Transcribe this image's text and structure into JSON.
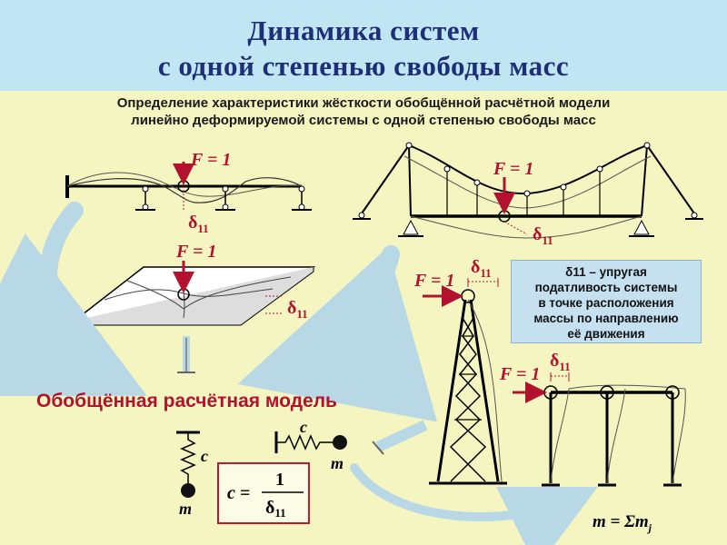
{
  "title": {
    "line1": "Динамика систем",
    "line2": "с одной степенью свободы масс"
  },
  "subtitle": {
    "line1": "Определение характеристики жёсткости обобщённой расчётной модели",
    "line2": "линейно деформируемой системы с одной степенью свободы масс"
  },
  "labels": {
    "force": "F = 1",
    "delta": "δ",
    "delta_sub": "11",
    "stiffness": "c",
    "mass": "m",
    "mass_sum": "m = Σm",
    "mass_sum_sub": "j"
  },
  "note": {
    "line1": "δ11 – упругая",
    "line2": "податливость системы",
    "line3": "в точке расположения",
    "line4": "массы по направлению",
    "line5": "её движения"
  },
  "model_title": "Обобщённая расчётная модель",
  "formula": {
    "lhs": "c =",
    "numerator": "1",
    "denominator": "δ",
    "denominator_sub": "11"
  },
  "colors": {
    "title": "#1e2f78",
    "accent": "#b3122f",
    "arrow": "#9ec6d8",
    "background": "#f4f5c0",
    "title_band": "#bfe6f2"
  }
}
